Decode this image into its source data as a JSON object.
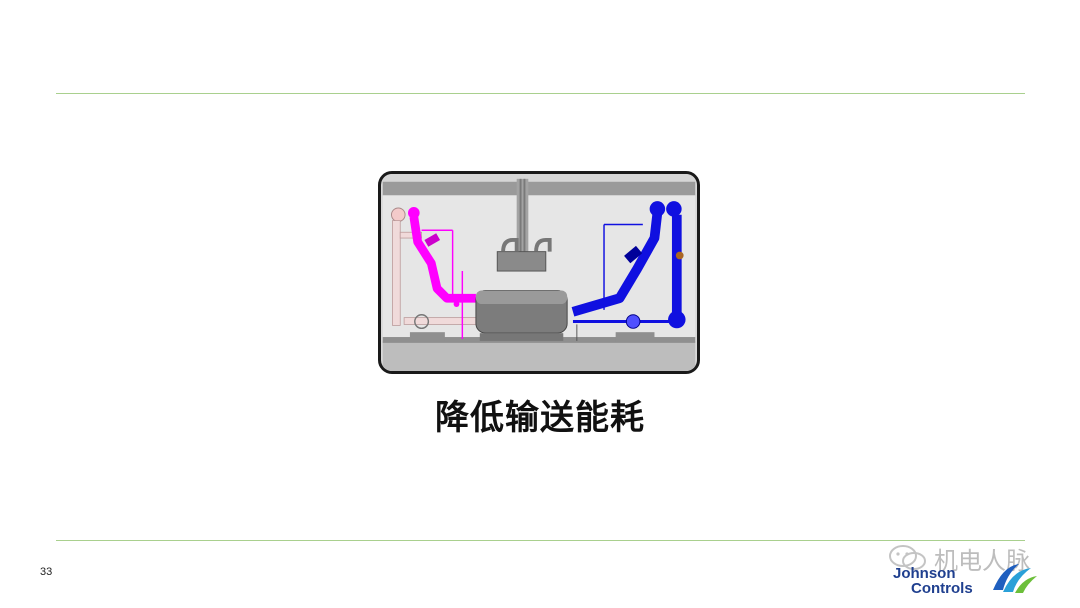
{
  "slide": {
    "caption": "降低输送能耗",
    "page_number": "33"
  },
  "watermark": {
    "text": "机电人脉"
  },
  "logo": {
    "line1": "Johnson",
    "line2": "Controls"
  },
  "colors": {
    "rule": "#a9d08e",
    "hot_pipe": "#ff00ff",
    "cold_pipe": "#1010e0",
    "logo_blue": "#1f3f8f"
  }
}
